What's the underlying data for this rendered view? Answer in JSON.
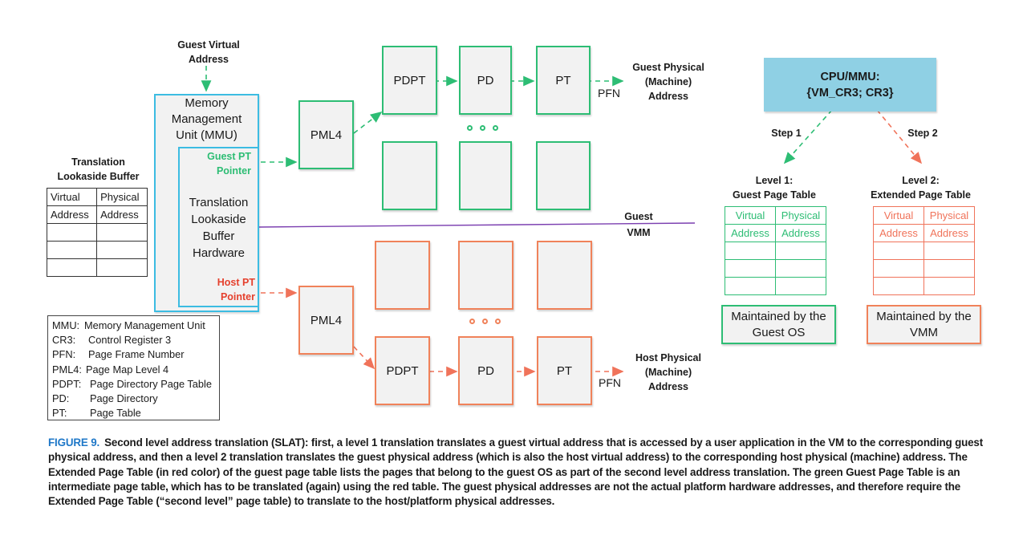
{
  "colors": {
    "guest_green": "#2dbd74",
    "host_red": "#f0735a",
    "mmu_blue": "#3cbce2",
    "cpu_fill": "#8fd0e4",
    "divider_purple": "#7b3fb0",
    "figure_label_blue": "#1f78c8"
  },
  "labels": {
    "guest_virtual_address": [
      "Guest Virtual",
      "Address"
    ],
    "guest_physical_address": [
      "Guest Physical",
      "(Machine)",
      "Address"
    ],
    "host_physical_address": [
      "Host Physical",
      "(Machine)",
      "Address"
    ],
    "pfn": "PFN",
    "guest": "Guest",
    "vmm": "VMM"
  },
  "mmu": {
    "title": [
      "Memory",
      "Management",
      "Unit (MMU)"
    ],
    "tlb_hw": [
      "Translation",
      "Lookaside",
      "Buffer",
      "Hardware"
    ],
    "guest_pt_pointer": [
      "Guest PT",
      "Pointer"
    ],
    "host_pt_pointer": [
      "Host PT",
      "Pointer"
    ]
  },
  "tlb": {
    "title": [
      "Translation",
      "Lookaside Buffer"
    ],
    "header_row1": [
      "Virtual",
      "Physical"
    ],
    "header_row2": [
      "Address",
      "Address"
    ],
    "empty_rows": 3
  },
  "guest_tables": {
    "pml4": "PML4",
    "pdpt": "PDPT",
    "pd": "PD",
    "pt": "PT"
  },
  "host_tables": {
    "pml4": "PML4",
    "pdpt": "PDPT",
    "pd": "PD",
    "pt": "PT"
  },
  "legend": [
    {
      "key": "MMU:",
      "value": "Memory Management Unit"
    },
    {
      "key": "CR3:",
      "value": "Control Register 3"
    },
    {
      "key": "PFN:",
      "value": "Page Frame Number"
    },
    {
      "key": "PML4:",
      "value": "Page Map Level 4"
    },
    {
      "key": "PDPT:",
      "value": "Page Directory Page Table"
    },
    {
      "key": "PD:",
      "value": "Page Directory"
    },
    {
      "key": "PT:",
      "value": "Page Table"
    }
  ],
  "cpu": {
    "line1": "CPU/MMU:",
    "line2": "{VM_CR3; CR3}",
    "step1": "Step 1",
    "step2": "Step 2"
  },
  "level1": {
    "title": [
      "Level 1:",
      "Guest Page Table"
    ],
    "header_row1": [
      "Virtual",
      "Physical"
    ],
    "header_row2": [
      "Address",
      "Address"
    ],
    "maintained": [
      "Maintained by the",
      "Guest OS"
    ]
  },
  "level2": {
    "title": [
      "Level 2:",
      "Extended Page Table"
    ],
    "header_row1": [
      "Virtual",
      "Physical"
    ],
    "header_row2": [
      "Address",
      "Address"
    ],
    "maintained": [
      "Maintained by the",
      "VMM"
    ]
  },
  "caption": {
    "figure_label": "FIGURE 9.",
    "text": "Second level address translation (SLAT): first, a level 1 translation translates a guest virtual address that is accessed by a user application in the VM to the corresponding guest physical address, and then a level 2 translation translates the guest physical address (which is also the host virtual address) to the corresponding host physical (machine) address. The Extended Page Table (in red color) of the guest page table lists the pages that belong to the guest OS as part of the second level address translation. The green Guest Page Table is an intermediate page table, which has to be translated (again) using the red table. The guest physical addresses are not the actual platform hardware addresses, and therefore require the Extended Page Table (“second level” page table) to translate to the host/platform physical addresses."
  }
}
